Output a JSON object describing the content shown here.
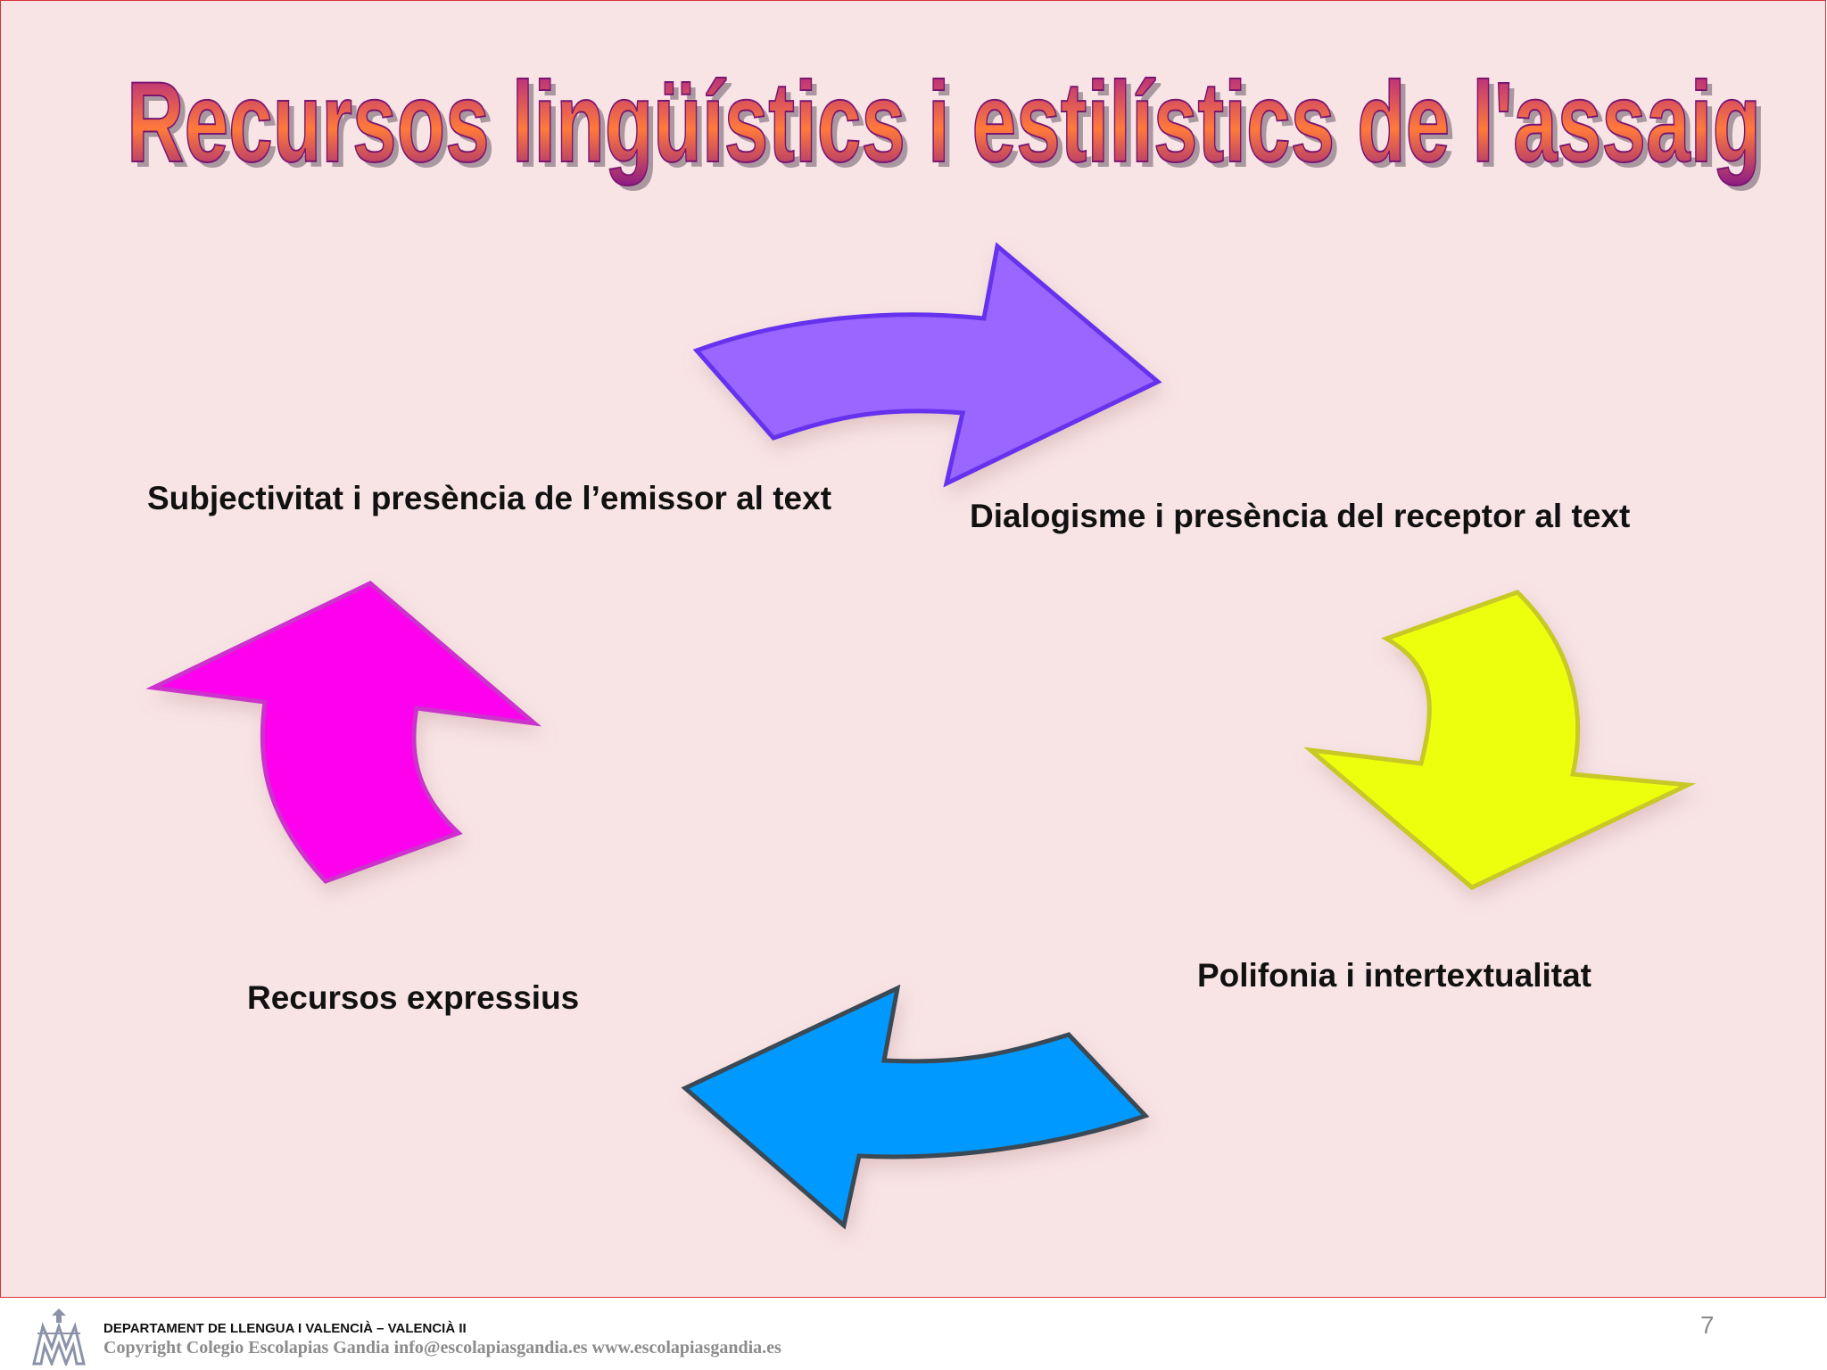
{
  "slide": {
    "title": "Recursos lingüístics i estilístics de l'assaig",
    "page_number": "7"
  },
  "cycle": {
    "steps": [
      {
        "label": "Subjectivitat i presència de l’emissor al text"
      },
      {
        "label": "Dialogisme i presència del receptor al text"
      },
      {
        "label": "Polifonia i intertextualitat"
      },
      {
        "label": "Recursos expressius"
      }
    ],
    "arrows": [
      {
        "name": "arrow-to-dialogisme",
        "fill": "#9966ff",
        "stroke": "#6633ee"
      },
      {
        "name": "arrow-to-polifonia",
        "fill": "#eeff11",
        "stroke": "#c8c828"
      },
      {
        "name": "arrow-to-recursos",
        "fill": "#0099ff",
        "stroke": "#3a4a55"
      },
      {
        "name": "arrow-to-subjectivitat",
        "fill": "#ff00ee",
        "stroke": "#cc33cc"
      }
    ]
  },
  "footer": {
    "department": "DEPARTAMENT DE LLENGUA I VALENCIÀ – VALENCIÀ II",
    "copyright": "Copyright Colegio Escolapias Gandia  info@escolapiasgandia.es   www.escolapiasgandia.es",
    "logo_icon": "school-crest-icon"
  }
}
